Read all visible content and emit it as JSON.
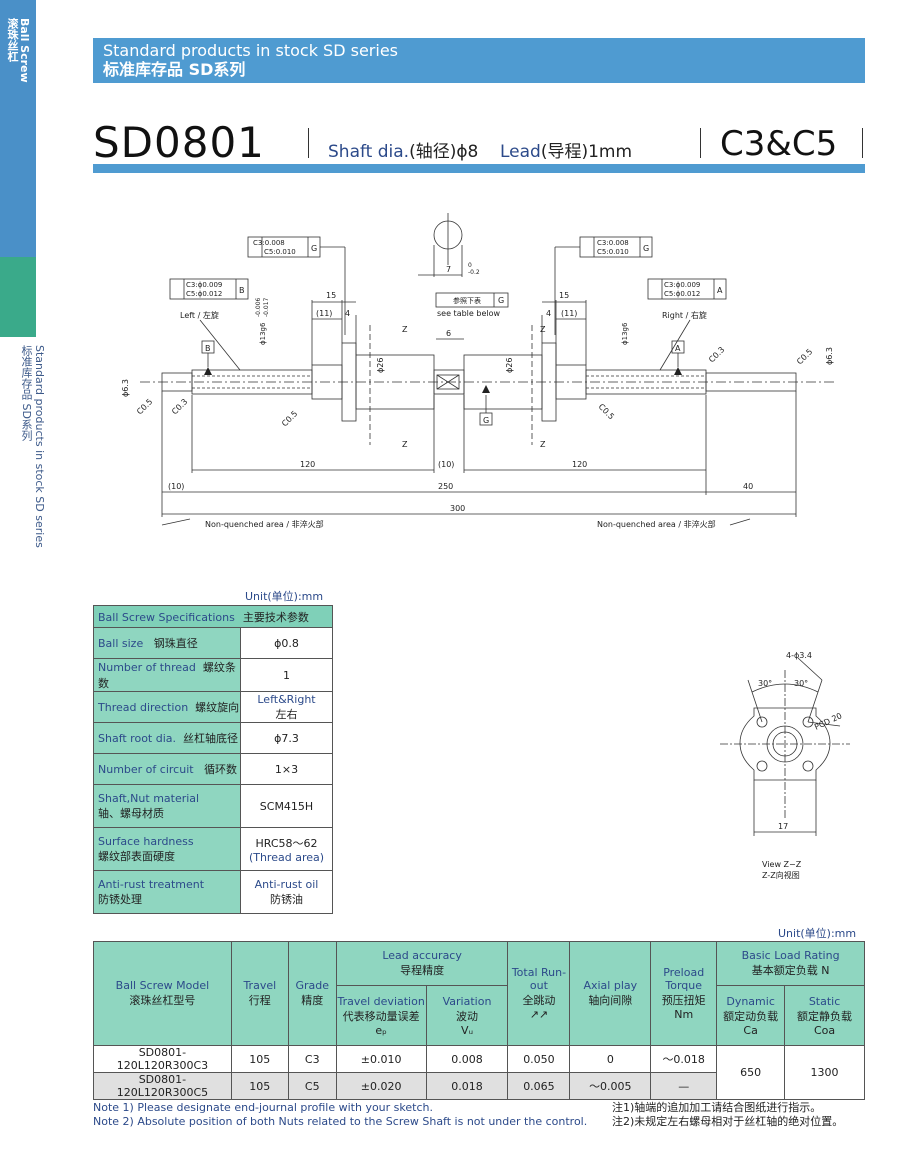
{
  "side": {
    "top_tab_en": "Ball Screw",
    "top_tab_cn": "滚珠丝杠",
    "vertical_en": "Standard products in stock  SD series",
    "vertical_cn": "标准库存品   SD系列"
  },
  "header": {
    "title_en": "Standard products in stock  SD series",
    "title_cn": "标准库存品    SD系列"
  },
  "title": {
    "model": "SD0801",
    "shaft_label": "Shaft dia.",
    "shaft_cn": "(轴径)",
    "shaft_value": "ϕ8",
    "lead_label": "Lead",
    "lead_cn": "(导程)",
    "lead_value": "1mm",
    "grade": "C3&C5"
  },
  "drawing": {
    "tol1_a": "C3:0.008",
    "tol1_b": "C5:0.010",
    "tol_ref_g": "G",
    "tol2_a": "C3:ϕ0.009",
    "tol2_b": "C5:ϕ0.012",
    "datum_b": "B",
    "datum_a": "A",
    "fit_label": "ϕ13g6",
    "fit_tol_top": "-0.006",
    "fit_tol_bot": "-0.017",
    "dim_15": "15",
    "dim_11": "(11)",
    "dim_4": "4",
    "dim_6": "6",
    "dim_7": "7",
    "dim_7_tol_top": "0",
    "dim_7_tol_bot": "-0.2",
    "ref_note": "参照下表",
    "see_table": "see table below",
    "left_label": "Left / 左旋",
    "right_label": "Right / 右旋",
    "z": "Z",
    "d26": "ϕ26",
    "d63": "ϕ6.3",
    "c05": "C0.5",
    "c03": "C0.3",
    "dim_120": "120",
    "dim_10": "(10)",
    "dim_250": "250",
    "dim_40": "40",
    "dim_300": "300",
    "nonq_left": "Non-quenched area / 非淬火部",
    "nonq_right": "Non-quenched area / 非淬火部"
  },
  "zz_view": {
    "holes": "4-ϕ3.4",
    "angle1": "30°",
    "angle2": "30°",
    "pcd": "PCD 20",
    "width": "17",
    "caption_en": "View Z−Z",
    "caption_cn": "Z-Z向视图"
  },
  "units": {
    "spec_unit": "Unit(单位):mm",
    "main_unit": "Unit(单位):mm"
  },
  "spec_table": {
    "header_en": "Ball Screw Specifications",
    "header_cn": "主要技术参数",
    "rows": [
      {
        "en": "Ball size",
        "cn": "钢珠直径",
        "value": "ϕ0.8"
      },
      {
        "en": "Number of thread",
        "cn": "螺纹条数",
        "value": "1"
      },
      {
        "en": "Thread direction",
        "cn": "螺纹旋向",
        "value": "Left&Right",
        "value2": "左右"
      },
      {
        "en": "Shaft root dia.",
        "cn": "丝杠轴底径",
        "value": "ϕ7.3"
      },
      {
        "en": "Number of circuit",
        "cn": "循环数",
        "value": "1×3"
      },
      {
        "en": "Shaft,Nut material",
        "cn": "轴、螺母材质",
        "value": "SCM415H"
      },
      {
        "en": "Surface hardness",
        "cn": "螺纹部表面硬度",
        "value": "HRC58～62",
        "value2": "(Thread area)"
      },
      {
        "en": "Anti-rust treatment",
        "cn": "防锈处理",
        "value": "Anti-rust oil",
        "value2": "防锈油"
      }
    ]
  },
  "main_table": {
    "headers": {
      "model_en": "Ball Screw Model",
      "model_cn": "滚珠丝杠型号",
      "travel_en": "Travel",
      "travel_cn": "行程",
      "grade_en": "Grade",
      "grade_cn": "精度",
      "lead_acc_en": "Lead accuracy",
      "lead_acc_cn": "导程精度",
      "travel_dev_en": "Travel deviation",
      "travel_dev_cn": "代表移动量误差",
      "travel_dev_sym": "eₚ",
      "variation_en": "Variation",
      "variation_cn": "波动",
      "variation_sym": "Vᵤ",
      "runout_en": "Total Run-out",
      "runout_cn": "全跳动",
      "axial_en": "Axial play",
      "axial_cn": "轴向间隙",
      "preload_en": "Preload Torque",
      "preload_cn": "预压扭矩",
      "preload_unit": "Nm",
      "load_en": "Basic Load Rating",
      "load_cn": "基本额定负载  N",
      "dynamic_en": "Dynamic",
      "dynamic_cn": "额定动负载",
      "dynamic_sym": "Ca",
      "static_en": "Static",
      "static_cn": "额定静负载",
      "static_sym": "Coa"
    },
    "rows": [
      {
        "model": "SD0801-120L120R300C3",
        "travel": "105",
        "grade": "C3",
        "dev": "±0.010",
        "var": "0.008",
        "runout": "0.050",
        "axial": "0",
        "preload": "～0.018"
      },
      {
        "model": "SD0801-120L120R300C5",
        "travel": "105",
        "grade": "C5",
        "dev": "±0.020",
        "var": "0.018",
        "runout": "0.065",
        "axial": "～0.005",
        "preload": "—"
      }
    ],
    "dynamic": "650",
    "static": "1300"
  },
  "notes": {
    "en1": "Note 1) Please designate end-journal profile with your sketch.",
    "en2": "Note 2) Absolute position of both Nuts related to the Screw Shaft is not under the control.",
    "cn1": "注1)轴端的追加加工请结合图纸进行指示。",
    "cn2": "注2)未规定左右螺母相对于丝杠轴的绝对位置。"
  }
}
